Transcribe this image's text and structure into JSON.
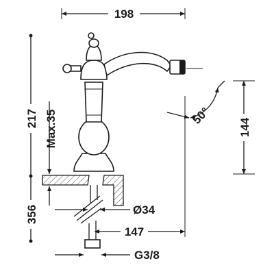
{
  "labels": {
    "width_top": "198",
    "height_total": "217",
    "max_thickness": "Max.35",
    "depth_below": "356",
    "angle": "50°",
    "spout_height": "144",
    "diameter": "Ø34",
    "reach": "147",
    "connection": "G3/8"
  }
}
